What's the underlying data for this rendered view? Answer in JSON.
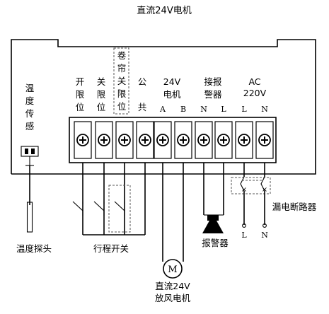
{
  "title": "直流24V电机",
  "temp_sensor_label": [
    "温",
    "度",
    "传",
    "感"
  ],
  "terminal_labels": {
    "open_limit": [
      "开",
      "限",
      "位"
    ],
    "close_limit": [
      "关",
      "限",
      "位"
    ],
    "roll_limit": [
      "卷",
      "帘",
      "关",
      "限",
      "位"
    ],
    "common": [
      "公",
      "共"
    ],
    "motor_group": [
      "24V",
      "电机"
    ],
    "alarm_group": [
      "接报",
      "警器"
    ],
    "ac_group": [
      "AC",
      "220V"
    ]
  },
  "pin_letters": [
    "A",
    "B",
    "N",
    "L",
    "L",
    "N"
  ],
  "temp_probe": "温度探头",
  "travel_switch": "行程开关",
  "alarm": "报警器",
  "motor_symbol": "M",
  "motor_caption": [
    "直流24V",
    "放风电机"
  ],
  "breaker": "漏电断路器",
  "line_L": "L",
  "line_N": "N",
  "terminal_glyph": "⊕"
}
